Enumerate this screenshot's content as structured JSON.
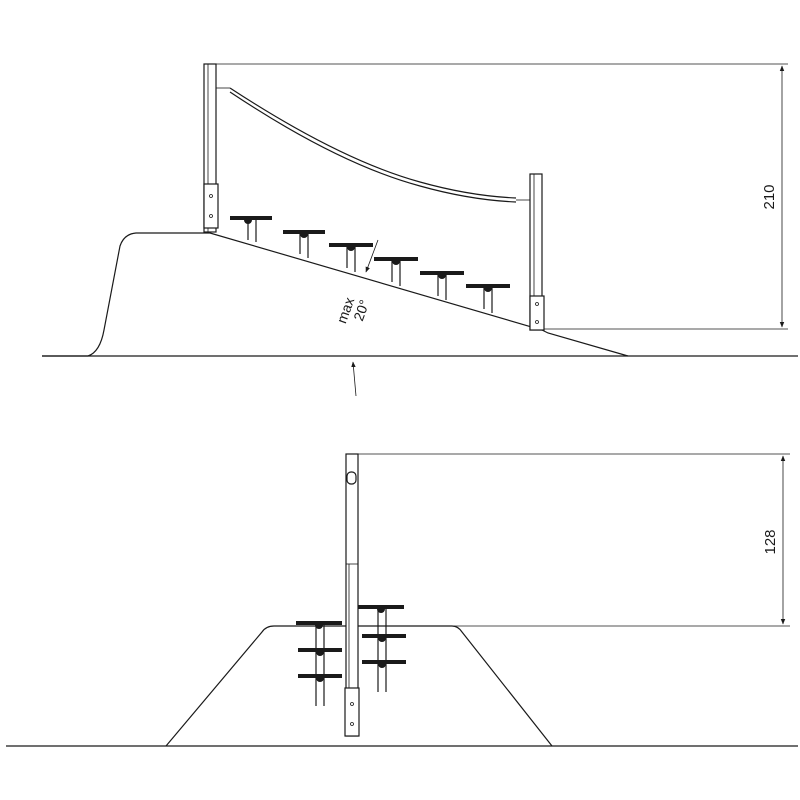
{
  "side_view": {
    "height_dimension": "210",
    "slope_label_line1": "max",
    "slope_label_line2": "20°"
  },
  "front_view": {
    "height_dimension": "128"
  }
}
